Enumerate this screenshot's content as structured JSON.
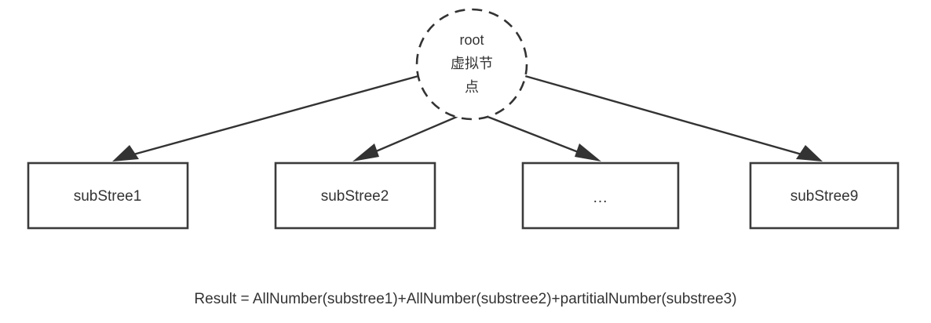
{
  "diagram": {
    "root": {
      "label_line1": "root",
      "label_line2": "虚拟节",
      "label_line3": "点",
      "shape": "dashed-circle"
    },
    "nodes": [
      {
        "label": "subStree1"
      },
      {
        "label": "subStree2"
      },
      {
        "label": "..."
      },
      {
        "label": "subStree9"
      }
    ],
    "edges": [
      {
        "from": "root",
        "to": "subStree1"
      },
      {
        "from": "root",
        "to": "subStree2"
      },
      {
        "from": "root",
        "to": "..."
      },
      {
        "from": "root",
        "to": "subStree9"
      }
    ],
    "caption": "Result = AllNumber(substree1)+AllNumber(substree2)+partitialNumber(substree3)",
    "colors": {
      "stroke": "#333333",
      "box_stroke": "#3b3b3b",
      "background": "#ffffff",
      "text": "#333333"
    }
  }
}
